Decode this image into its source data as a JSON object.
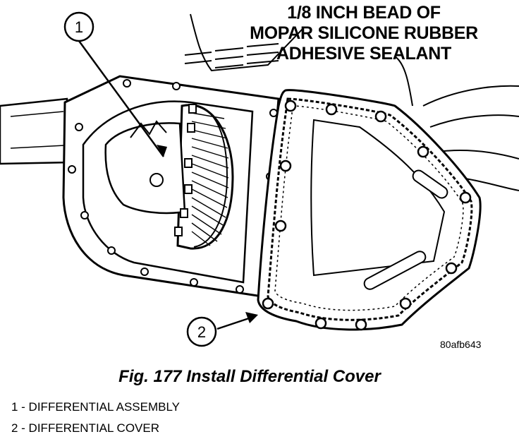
{
  "callout_note": {
    "line1": "1/8 INCH BEAD OF",
    "line2": "MOPAR SILICONE RUBBER",
    "line3": "ADHESIVE SEALANT"
  },
  "callouts": {
    "one": "1",
    "two": "2"
  },
  "figure_code": "80afb643",
  "caption": "Fig. 177 Install Differential Cover",
  "legend": {
    "item1": "1 - DIFFERENTIAL ASSEMBLY",
    "item2": "2 - DIFFERENTIAL COVER"
  }
}
